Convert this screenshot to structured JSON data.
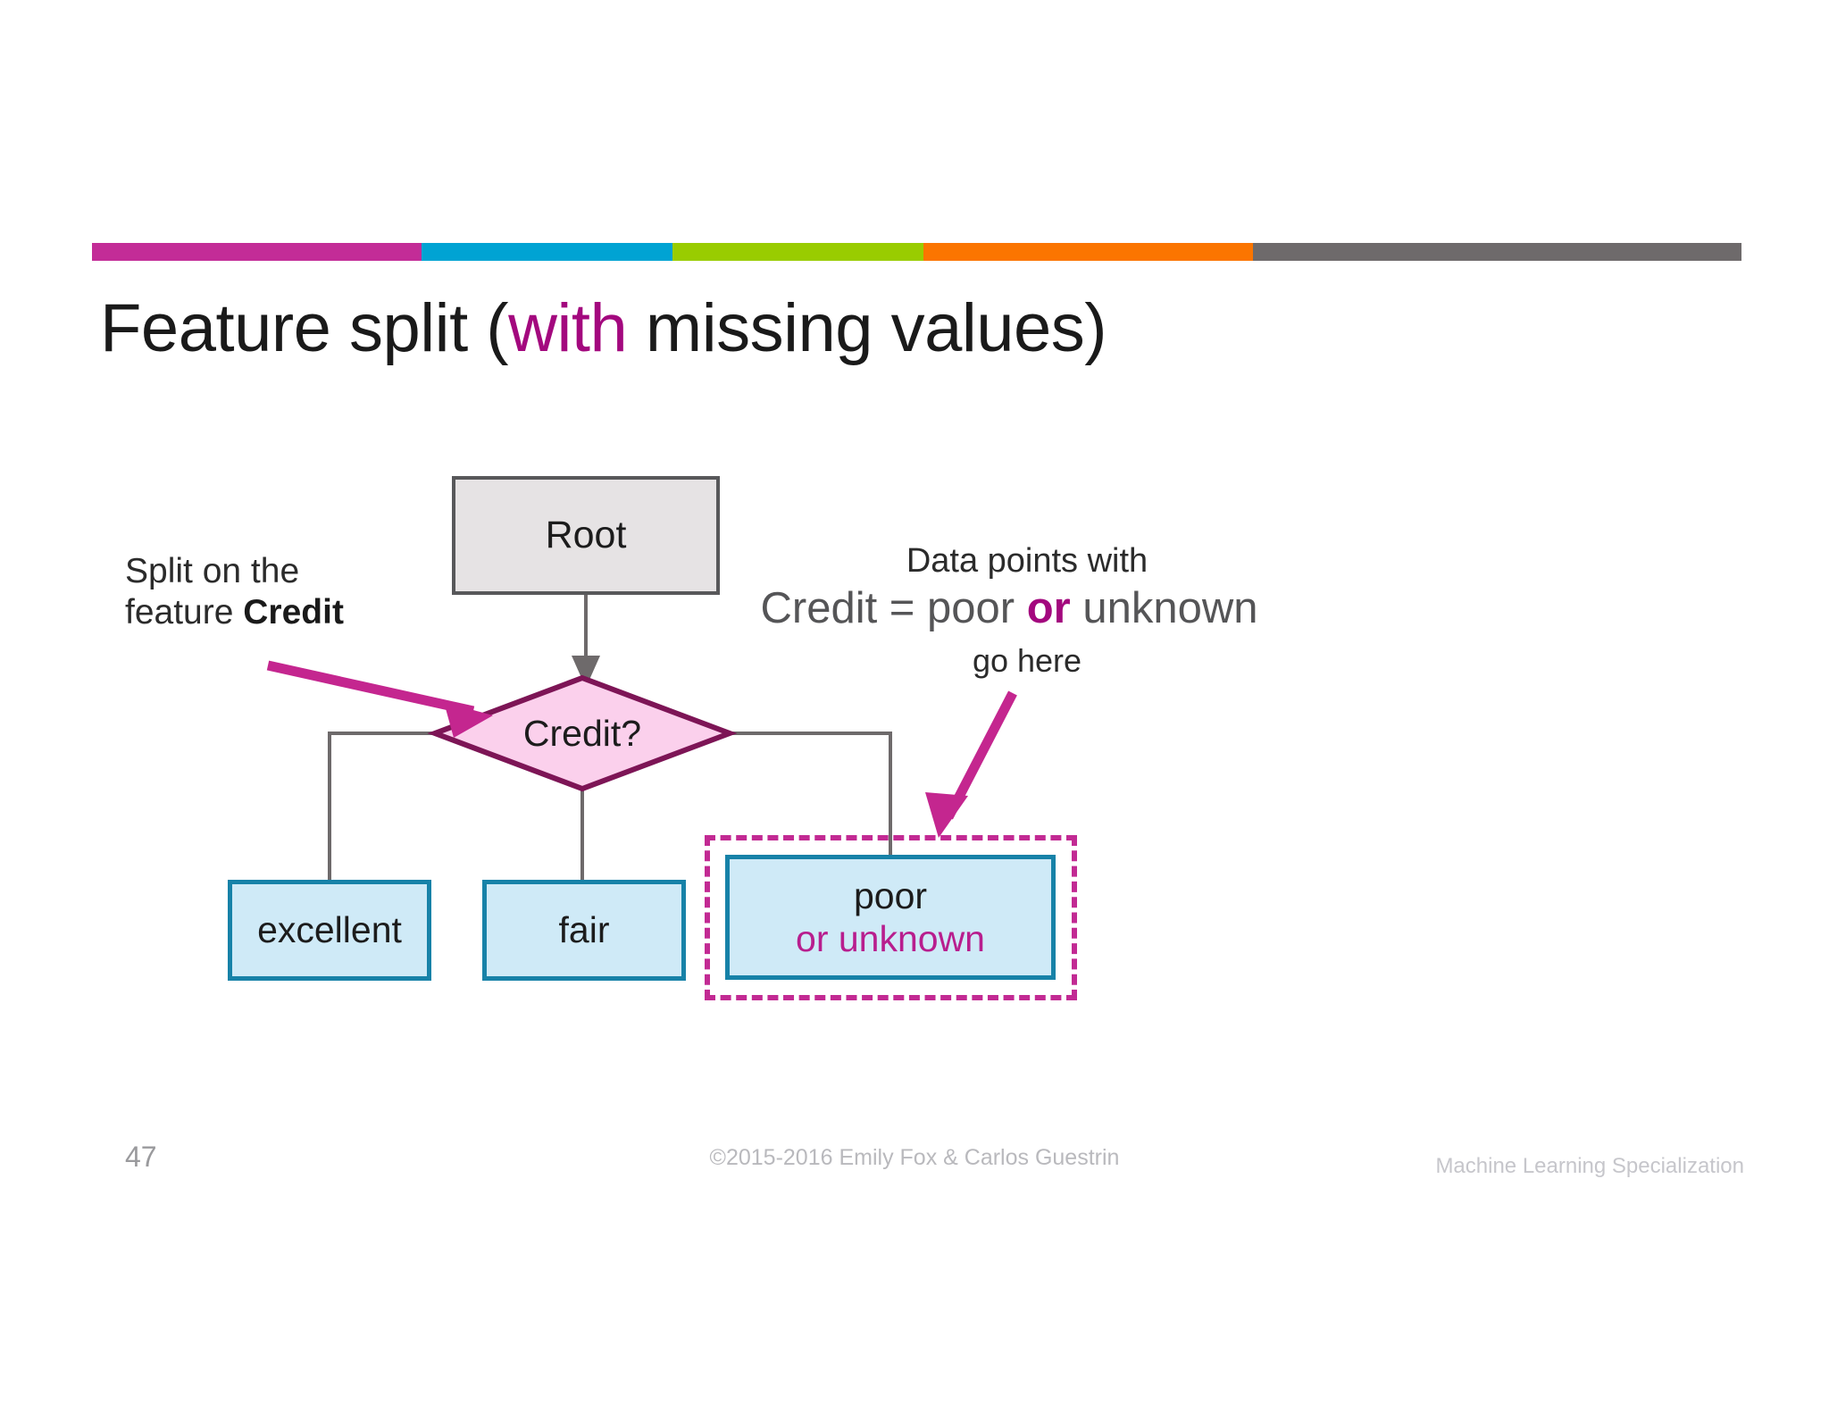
{
  "slide": {
    "title_part1": "Feature split (",
    "title_highlight": "with",
    "title_part2": " missing values)",
    "accent_bar": [
      {
        "name": "magenta",
        "color": "#c32c97",
        "width_pct": 20.0
      },
      {
        "name": "blue",
        "color": "#00a3d3",
        "width_pct": 15.2
      },
      {
        "name": "green",
        "color": "#99cc00",
        "width_pct": 15.2
      },
      {
        "name": "orange",
        "color": "#fb7500",
        "width_pct": 20.0
      },
      {
        "name": "gray",
        "color": "#6e6a6b",
        "width_pct": 29.6
      }
    ]
  },
  "diagram": {
    "root_label": "Root",
    "decision_label": "Credit?",
    "leaves": [
      {
        "id": "excellent",
        "label": "excellent"
      },
      {
        "id": "fair",
        "label": "fair"
      },
      {
        "id": "poor",
        "line1": "poor",
        "line2": "or unknown"
      }
    ],
    "colors": {
      "root_fill": "#e6e3e4",
      "root_stroke": "#58585a",
      "diamond_fill": "#fbd0ec",
      "diamond_stroke": "#7d1556",
      "leaf_fill": "#cfeaf7",
      "leaf_stroke": "#1782a8",
      "connector": "#6e6a6b",
      "accent_magenta": "#c22a93",
      "highlight_text": "#b81e8e"
    }
  },
  "annotations": {
    "left": {
      "line1": "Split on the",
      "line2_prefix": "feature ",
      "line2_bold": "Credit"
    },
    "right": {
      "line1": "Data points with",
      "line2_prefix": "Credit = poor ",
      "line2_highlight": "or",
      "line2_suffix": " unknown",
      "line3": "go here"
    }
  },
  "footer": {
    "page_number": "47",
    "copyright": "©2015-2016 Emily Fox & Carlos Guestrin",
    "brand": "Machine Learning Specialization"
  }
}
